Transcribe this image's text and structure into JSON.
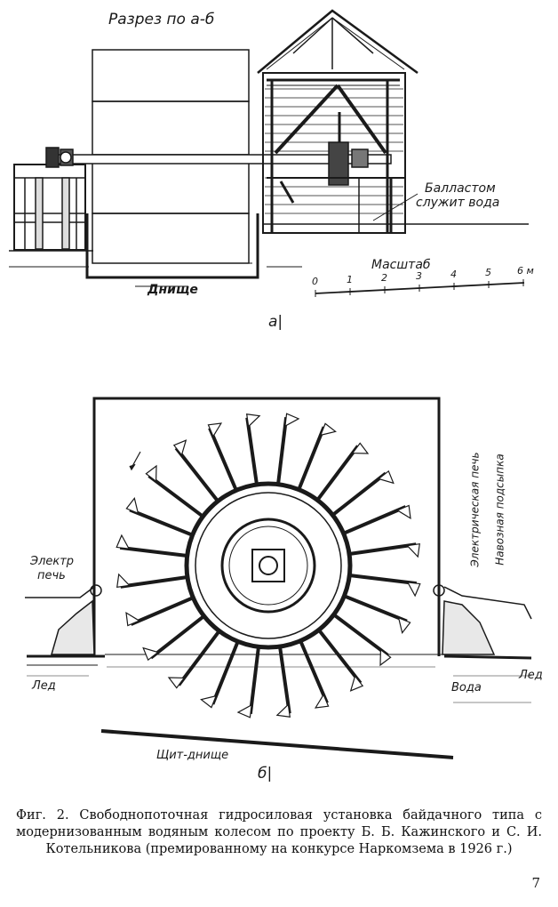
{
  "figure_a": {
    "section_title": "Разрез по а-б",
    "ballast_label_1": "Балластом",
    "ballast_label_2": "служит вода",
    "scale_label": "Масштаб",
    "scale_ticks": [
      "0",
      "1",
      "2",
      "3",
      "4",
      "5",
      "6 м"
    ],
    "bottom_label": "Днище",
    "panel_label": "а|"
  },
  "figure_b": {
    "stove_left_1": "Электр",
    "stove_left_2": "печь",
    "stove_right": "Электрическая печь",
    "mound_right": "Навозная подсыпка",
    "ice_left": "Лед",
    "ice_right": "Лед",
    "water": "Вода",
    "shield_bottom": "Щит-днище",
    "panel_label": "б|"
  },
  "caption": "Фиг. 2. Свободнопоточная гидросиловая установка байдачного типа с модернизованным водяным колесом по проекту Б. Б. Кажинского и С. И. Котельникова (премированному на конкурсе Наркомзема в 1926 г.)",
  "page_number": "7"
}
